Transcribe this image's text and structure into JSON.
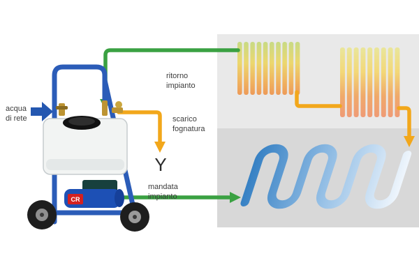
{
  "labels": {
    "mains_water": "acqua\ndi rete",
    "system_return": "ritorno\nimpianto",
    "sewer_drain": "scarico\nfognatura",
    "system_supply": "mandata\nimpianto",
    "drain_symbol": "Y",
    "pump_badge": "CR"
  },
  "colors": {
    "supply_green": "#3aa142",
    "drain_orange": "#f2a71b",
    "mains_blue": "#2457b0",
    "frame_blue": "#2b5cb8",
    "panel_gray_top": "#e9e9e9",
    "panel_gray_bottom": "#d8d8d8",
    "radiator_top": "#c8da84",
    "radiator_bottom": "#ed9a58",
    "coil_blue_start": "#3781c4",
    "coil_blue_end": "#eef5fc"
  }
}
